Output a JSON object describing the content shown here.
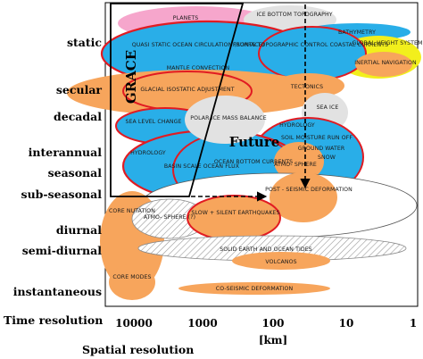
{
  "rows": {
    "static": "static",
    "secular": "secular",
    "decadal": "decadal",
    "interannual": "interannual",
    "seasonal": "seasonal",
    "sub_seasonal": "sub-seasonal",
    "diurnal": "diurnal",
    "semi_diurnal": "semi-diurnal",
    "instantaneous": "instantaneous",
    "time_resolution": "Time resolution"
  },
  "x_axis": {
    "ticks": [
      "10000",
      "1000",
      "100",
      "10",
      "1"
    ],
    "unit": "[km]",
    "title": "Spatial resolution"
  },
  "annotations": {
    "grace": "GRACE",
    "future": "Future"
  },
  "colors": {
    "orange": "#f7a55c",
    "blue": "#29aee8",
    "pink": "#f6a6cc",
    "yellow": "#f2ef1c",
    "grey": "#e2e2e2",
    "red_outline": "#e11b22"
  },
  "bubbles": {
    "planets": "PLANETS",
    "ice_bottom_topography": "ICE BOTTOM TOPOGRAPHY",
    "bathymetry": "BATHYMETRY",
    "quasi_static_ocean": "QUASI STATIC OCEAN CIRCULATION (SURFACE)",
    "fronts": "FRONTS TOPOGRAPHIC CONTROL COASTAL CURRENTS",
    "global_height_system": "GLOBAL HEIGHT SYSTEM",
    "inertial_navigation": "INERTIAL NAVIGATION",
    "mantle_convection": "MANTLE CONVECTION",
    "glacial_isostatic": "GLACIAL ISOSTATIC ADJUSTMENT",
    "tectonics": "TECTONICS",
    "sea_ice": "SEA ICE",
    "sea_level_change": "SEA LEVEL CHANGE",
    "polar_ice": "POLAR ICE MASS BALANCE",
    "hydrology_small": "HYDROLOGY",
    "soil_moisture": "SOIL MOISTURE RUN OFF",
    "ground_water": "GROUND WATER",
    "snow": "SNOW",
    "hydrology_big": "HYDROLOGY",
    "basin_scale": "BASIN SCALE OCEAN FLUX",
    "ocean_bottom": "OCEAN BOTTOM CURRENTS",
    "atmosphere": "ATMO- SPHERE",
    "post_seismic": "POST - SEISMIC DEFORMATION",
    "core_nutation": "CORE NUTATION",
    "atmosphere_q": "ATMO- SPHERE (?)",
    "slow_silent": "SLOW + SILENT EARTHQUAKES",
    "solid_earth": "SOLID EARTH AND OCEAN TIDES",
    "core_modes": "CORE MODES",
    "volcanos": "VOLCANOS",
    "co_seismic": "CO-SEISMIC DEFORMATION"
  }
}
